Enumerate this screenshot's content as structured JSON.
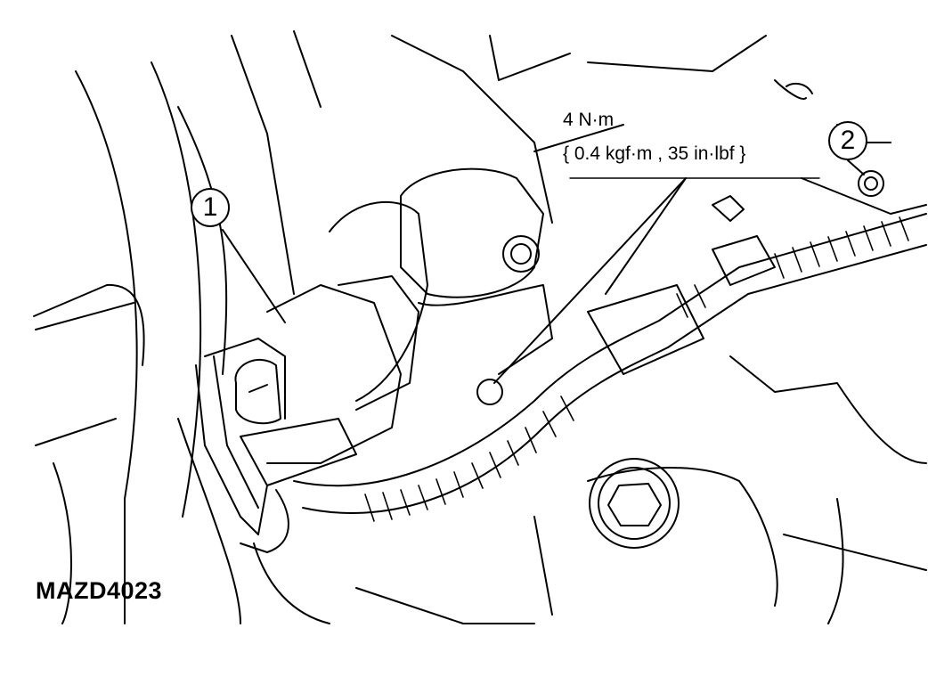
{
  "torque": {
    "value": "4 N·m",
    "alternates": "{ 0.4 kgf·m , 35 in·lbf }"
  },
  "callouts": [
    "1",
    "2"
  ],
  "figure_id": "MAZD4023",
  "colors": {
    "ink": "#000000",
    "paper": "#ffffff"
  }
}
